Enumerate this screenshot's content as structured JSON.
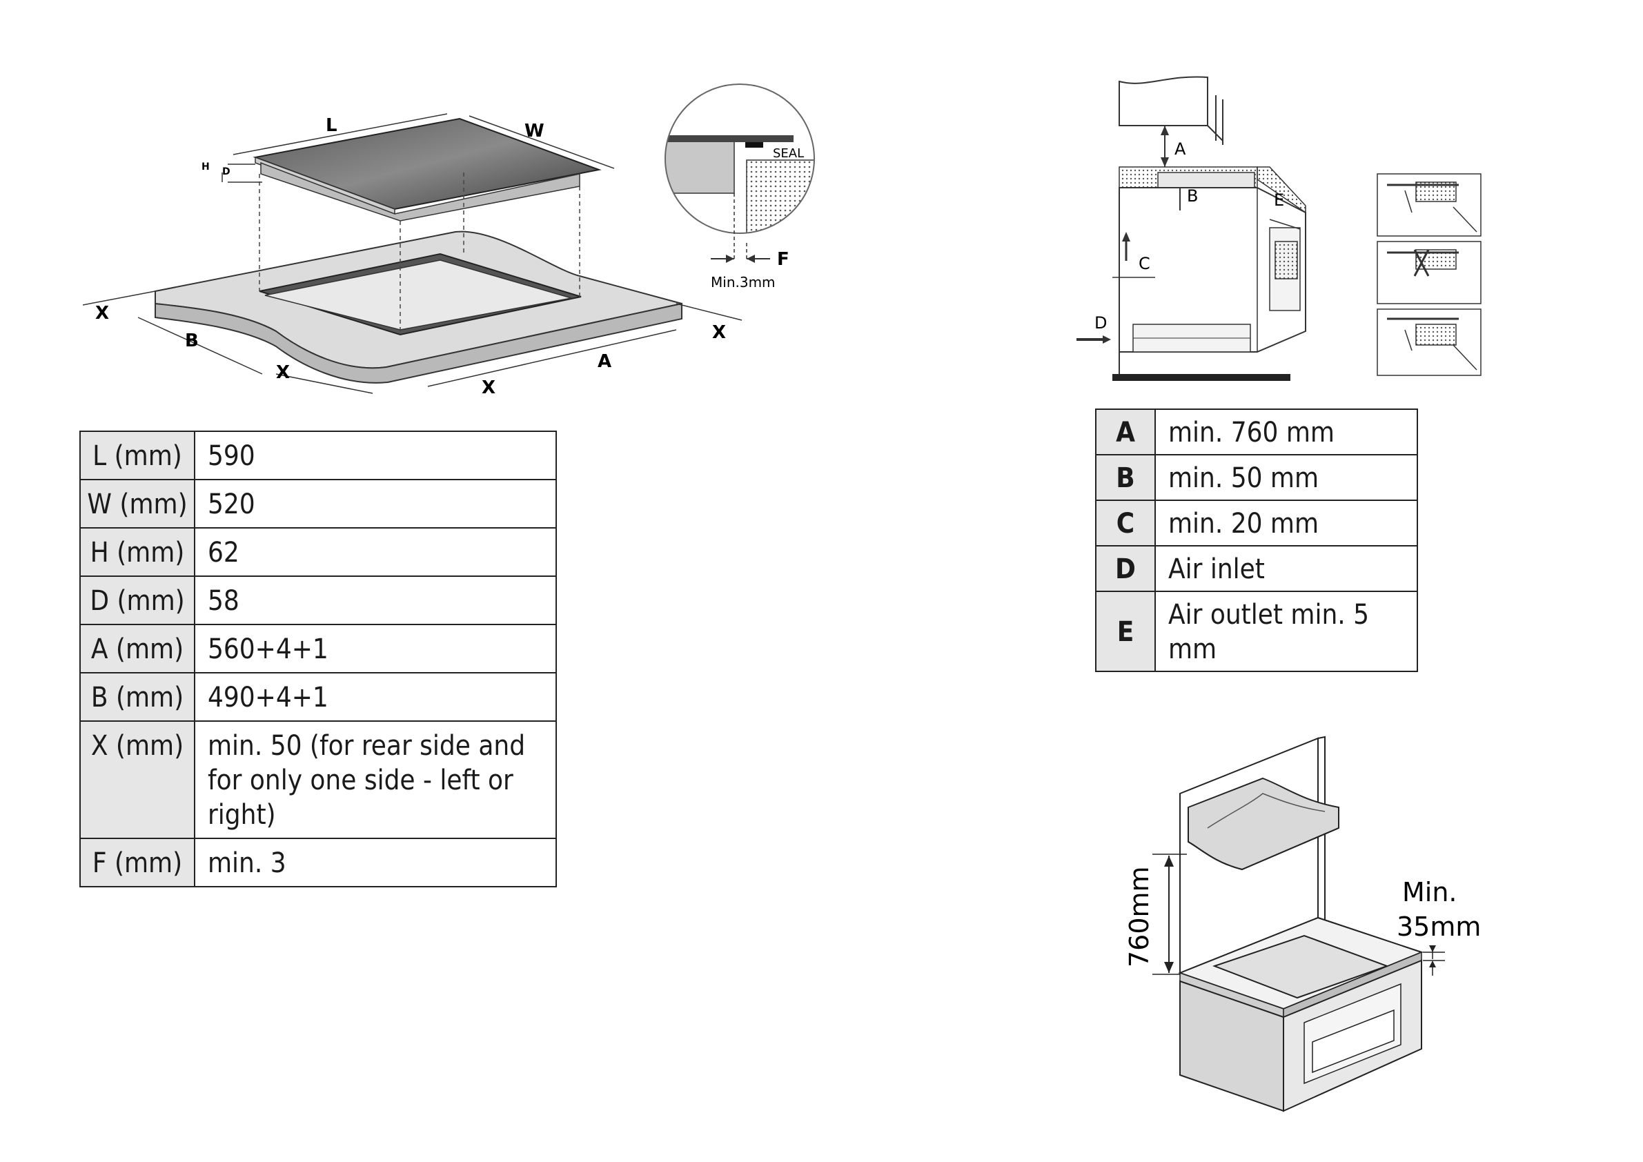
{
  "hob_diagram": {
    "labels": {
      "L": "L",
      "W": "W",
      "H": "H",
      "D": "D",
      "B": "B",
      "A": "A",
      "X": "X"
    }
  },
  "seal_detail": {
    "seal": "SEAL",
    "f": "F",
    "min": "Min.3mm"
  },
  "dimensions_table": [
    {
      "key": "L (mm)",
      "value": "590"
    },
    {
      "key": "W (mm)",
      "value": "520"
    },
    {
      "key": "H (mm)",
      "value": "62"
    },
    {
      "key": "D (mm)",
      "value": "58"
    },
    {
      "key": "A (mm)",
      "value": "560+4+1"
    },
    {
      "key": "B (mm)",
      "value": "490+4+1"
    },
    {
      "key": "X (mm)",
      "value": "min. 50 (for rear side and for only one side - left or right)"
    },
    {
      "key": "F (mm)",
      "value": "min. 3"
    }
  ],
  "cabinet_diagram": {
    "labels": {
      "A": "A",
      "B": "B",
      "C": "C",
      "D": "D",
      "E": "E"
    }
  },
  "clearance_table": [
    {
      "key": "A",
      "value": "min. 760 mm"
    },
    {
      "key": "B",
      "value": "min. 50 mm"
    },
    {
      "key": "C",
      "value": "min. 20 mm"
    },
    {
      "key": "D",
      "value": "Air inlet"
    },
    {
      "key": "E",
      "value": "Air outlet min. 5 mm"
    }
  ],
  "kitchen_diagram": {
    "height": "760mm",
    "min_line1": "Min.",
    "min_line2": "35mm"
  }
}
